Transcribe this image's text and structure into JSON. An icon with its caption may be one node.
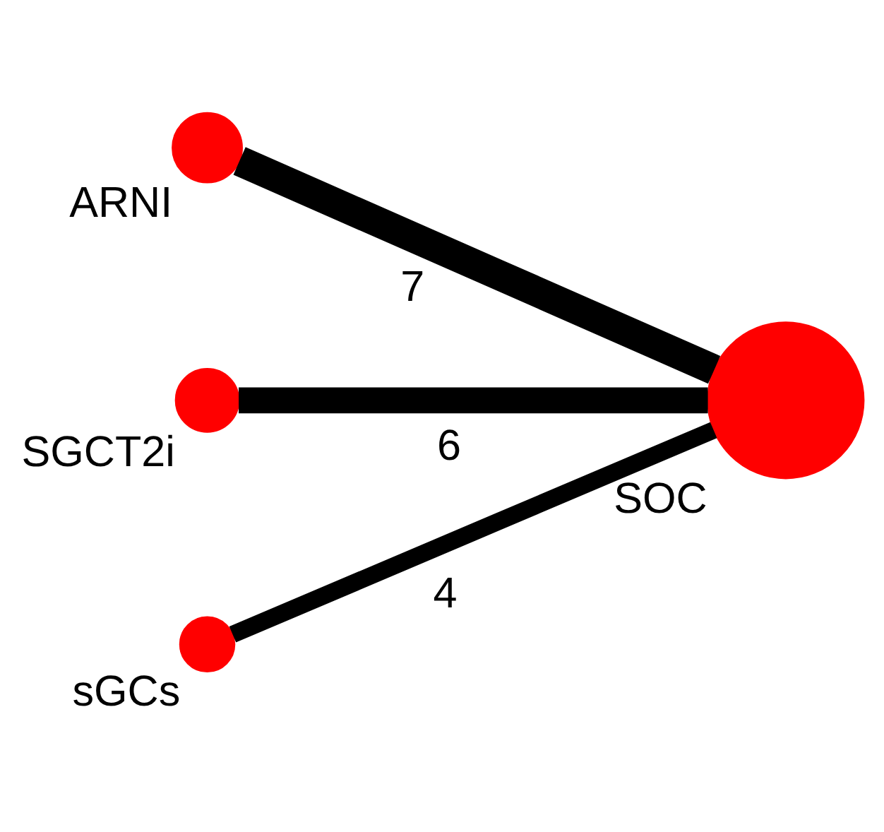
{
  "diagram": {
    "nodes": [
      {
        "text": [],
        "shape": "circle",
        "beside": [
          "ARNI"
        ]
      },
      {
        "text": [],
        "shape": "circle",
        "beside": [
          "SGCT2i"
        ]
      },
      {
        "text": [],
        "shape": "circle",
        "beside": [
          "SOC"
        ]
      },
      {
        "text": [],
        "shape": "circle",
        "beside": [
          "sGCs"
        ]
      }
    ],
    "edges": [
      {
        "from": 0,
        "to": 2,
        "arrow": "none",
        "label": "7"
      },
      {
        "from": 1,
        "to": 2,
        "arrow": "none",
        "label": "6"
      },
      {
        "from": 3,
        "to": 2,
        "arrow": "none",
        "label": "4"
      }
    ]
  }
}
